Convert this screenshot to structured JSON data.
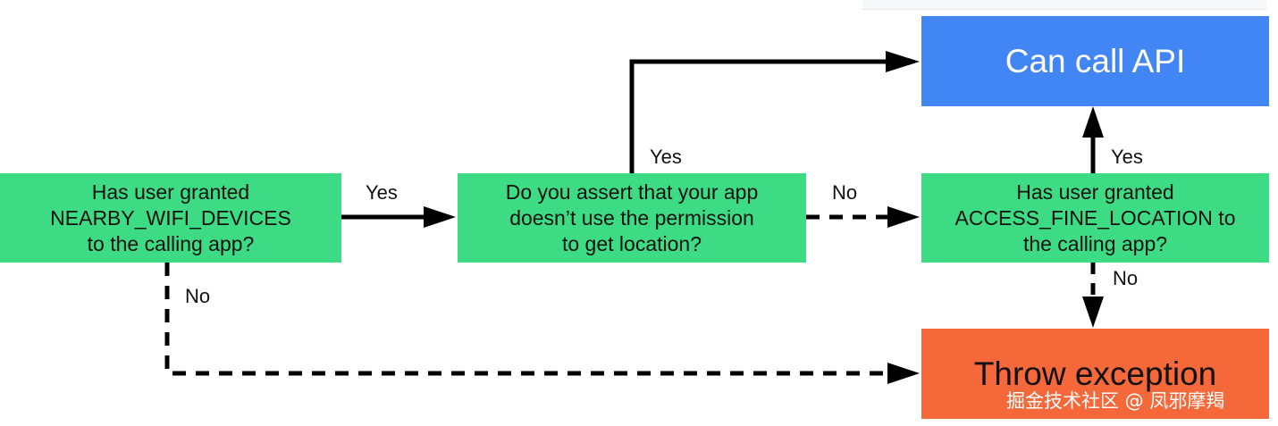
{
  "nodes": {
    "q_nearby": {
      "text": "Has user granted\nNEARBY_WIFI_DEVICES\nto the calling app?",
      "color": "#3ddc84"
    },
    "q_assert": {
      "text": "Do you assert that your app\ndoesn’t use the permission\nto get location?",
      "color": "#3ddc84"
    },
    "q_fine": {
      "text": "Has user granted\nACCESS_FINE_LOCATION to\nthe calling app?",
      "color": "#3ddc84"
    },
    "can_call": {
      "text": "Can call API",
      "color": "#4285f4"
    },
    "throw": {
      "text": "Throw exception",
      "color": "#f4683a"
    }
  },
  "edges": {
    "nearby_to_assert": {
      "label": "Yes",
      "style": "solid"
    },
    "assert_to_can_call": {
      "label": "Yes",
      "style": "solid"
    },
    "assert_to_fine": {
      "label": "No",
      "style": "dashed"
    },
    "fine_to_can_call": {
      "label": "Yes",
      "style": "solid"
    },
    "fine_to_throw": {
      "label": "No",
      "style": "dashed"
    },
    "nearby_to_throw": {
      "label": "No",
      "style": "dashed"
    }
  },
  "watermark": "掘金技术社区 @ 凤邪摩羯"
}
